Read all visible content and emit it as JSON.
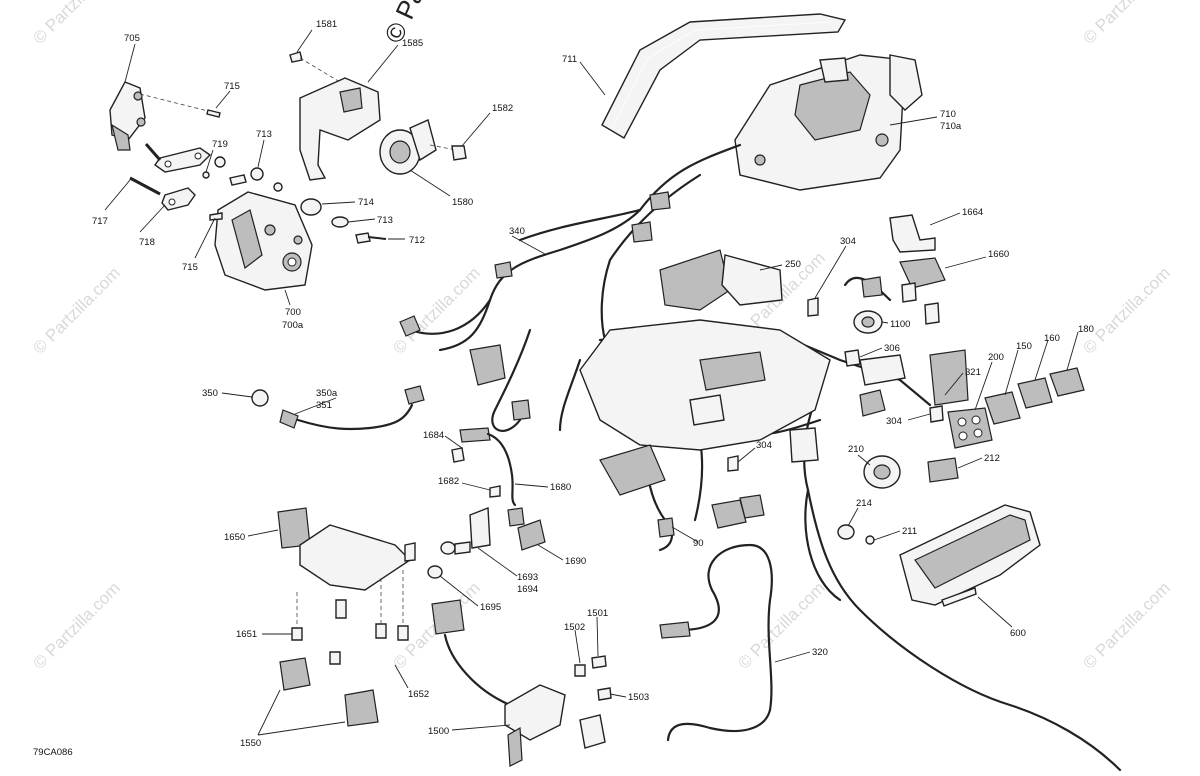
{
  "drawing_code": "79CA086",
  "watermarks": {
    "top_brand": "© Pa",
    "repeat_text": "© Partzilla.com"
  },
  "callouts": {
    "c705": "705",
    "c715a": "715",
    "c719": "719",
    "c713a": "713",
    "c717": "717",
    "c718": "718",
    "c715b": "715",
    "c700": "700",
    "c700a": "700a",
    "c714": "714",
    "c713b": "713",
    "c712": "712",
    "c1581": "1581",
    "c1585": "1585",
    "c1582": "1582",
    "c1580": "1580",
    "c711": "711",
    "c710": "710",
    "c710a": "710a",
    "c340": "340",
    "c250": "250",
    "c304a": "304",
    "c1664": "1664",
    "c1660": "1660",
    "c1100": "1100",
    "c306": "306",
    "c321": "321",
    "c200": "200",
    "c150": "150",
    "c160": "160",
    "c180": "180",
    "c304b": "304",
    "c304c": "304",
    "c350": "350",
    "c350a": "350a",
    "c351": "351",
    "c1684": "1684",
    "c1682": "1682",
    "c1680": "1680",
    "c210": "210",
    "c212": "212",
    "c214": "214",
    "c211": "211",
    "c1650": "1650",
    "c1690": "1690",
    "c1693": "1693",
    "c1694": "1694",
    "c1695": "1695",
    "c90": "90",
    "c600": "600",
    "c1651": "1651",
    "c1652": "1652",
    "c1501": "1501",
    "c1502": "1502",
    "c320": "320",
    "c1503": "1503",
    "c1500": "1500",
    "c1550": "1550"
  }
}
